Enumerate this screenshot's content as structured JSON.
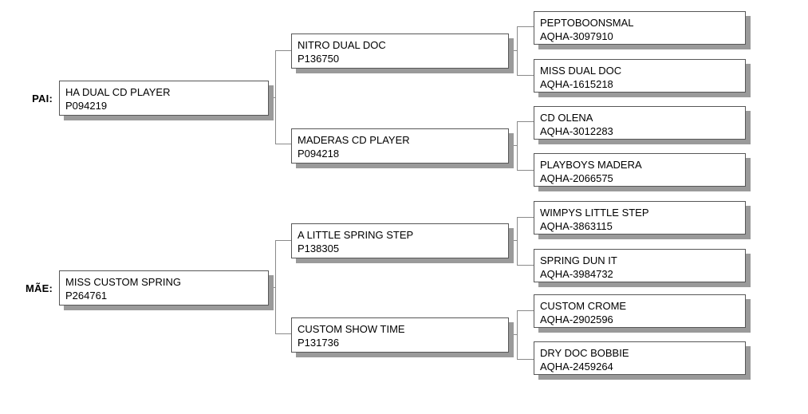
{
  "labels": {
    "sire": "PAI:",
    "dam": "MÃE:"
  },
  "nodes": {
    "sire": {
      "name": "HA DUAL CD PLAYER",
      "reg": "P094219"
    },
    "dam": {
      "name": "MISS CUSTOM SPRING",
      "reg": "P264761"
    },
    "sire_sire": {
      "name": "NITRO DUAL DOC",
      "reg": "P136750"
    },
    "sire_dam": {
      "name": "MADERAS CD PLAYER",
      "reg": "P094218"
    },
    "dam_sire": {
      "name": "A LITTLE SPRING STEP",
      "reg": "P138305"
    },
    "dam_dam": {
      "name": "CUSTOM SHOW TIME",
      "reg": "P131736"
    },
    "sire_sire_sire": {
      "name": "PEPTOBOONSMAL",
      "reg": "AQHA-3097910"
    },
    "sire_sire_dam": {
      "name": "MISS DUAL DOC",
      "reg": "AQHA-1615218"
    },
    "sire_dam_sire": {
      "name": "CD OLENA",
      "reg": "AQHA-3012283"
    },
    "sire_dam_dam": {
      "name": "PLAYBOYS MADERA",
      "reg": "AQHA-2066575"
    },
    "dam_sire_sire": {
      "name": "WIMPYS LITTLE STEP",
      "reg": "AQHA-3863115"
    },
    "dam_sire_dam": {
      "name": "SPRING DUN IT",
      "reg": "AQHA-3984732"
    },
    "dam_dam_sire": {
      "name": "CUSTOM CROME",
      "reg": "AQHA-2902596"
    },
    "dam_dam_dam": {
      "name": "DRY DOC BOBBIE",
      "reg": "AQHA-2459264"
    }
  },
  "colors": {
    "box_border": "#575757",
    "box_shadow": "#9a9a9a",
    "connector": "#8a8a8a",
    "background": "#ffffff",
    "text": "#000000"
  }
}
